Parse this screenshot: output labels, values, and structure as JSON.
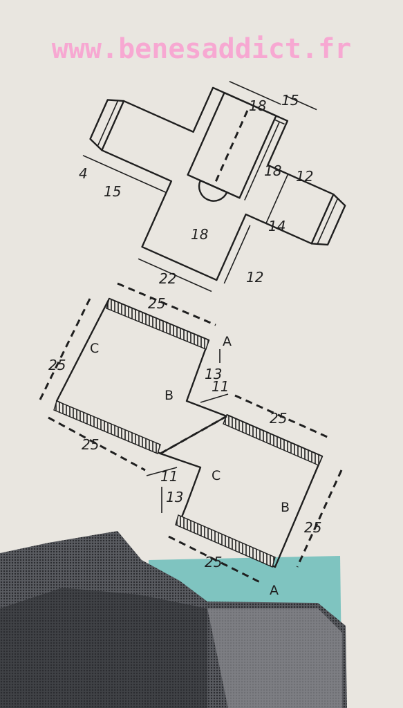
{
  "watermark": "www.benesaddict.fr",
  "cross_pattern": {
    "dims": [
      "18",
      "15",
      "18",
      "12",
      "4",
      "15",
      "18",
      "14",
      "22",
      "12"
    ]
  },
  "panels_pattern": {
    "dims": [
      "25",
      "25",
      "13",
      "11",
      "25",
      "25",
      "11",
      "13",
      "25",
      "25"
    ],
    "letters": [
      "A",
      "C",
      "B",
      "C",
      "B",
      "A"
    ]
  },
  "colors": {
    "paper": "#e9e6e0",
    "ink": "#1f1f1f",
    "watermark": "#f7a8d2",
    "teal": "#7fc4c0",
    "photo": "#3d3f44"
  }
}
